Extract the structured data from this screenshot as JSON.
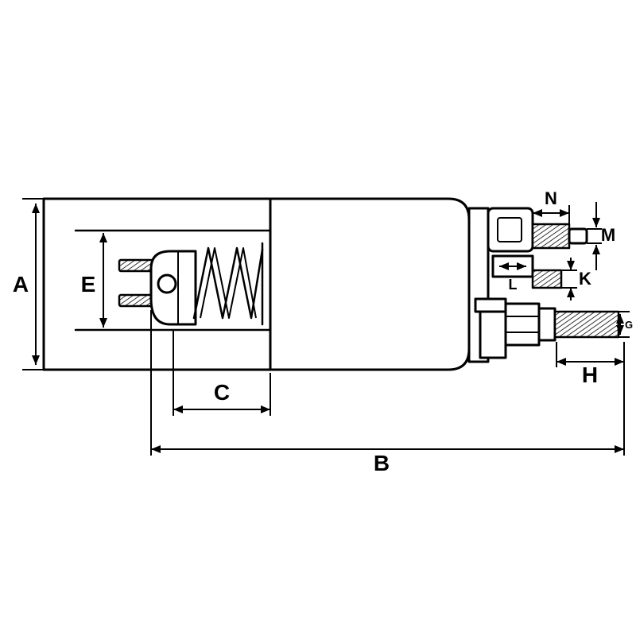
{
  "colors": {
    "line": "#000000",
    "background": "#ffffff"
  },
  "dimension_labels": {
    "a": "A",
    "b": "B",
    "c": "C",
    "e": "E",
    "g": "G",
    "h": "H",
    "k": "K",
    "l": "L",
    "m": "M",
    "n": "N"
  }
}
